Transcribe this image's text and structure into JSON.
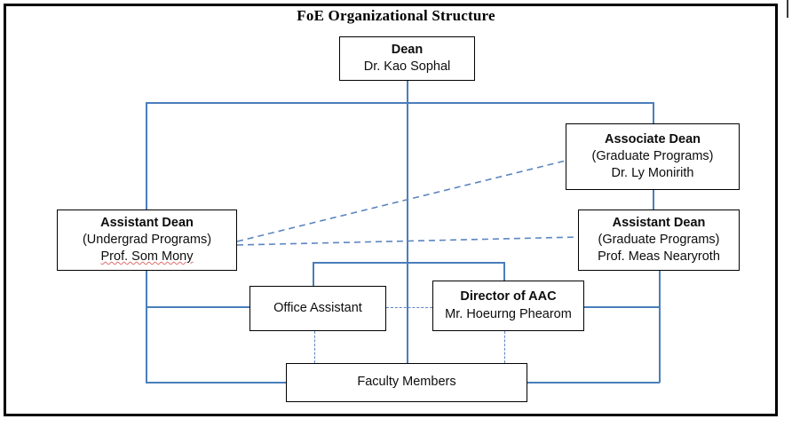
{
  "page": {
    "title": "FoE Organizational Structure",
    "background": "#ffffff",
    "frame_color": "#000000",
    "connector_color": "#4a7ebb",
    "dashed_connector_color": "#5b86c0"
  },
  "nodes": {
    "dean": {
      "line1": "Dean",
      "line2": "Dr. Kao Sophal"
    },
    "associate_dean_grad": {
      "line1": "Associate Dean",
      "line2": "(Graduate Programs)",
      "line3": "Dr. Ly Monirith"
    },
    "assistant_dean_undergrad": {
      "line1": "Assistant Dean",
      "line2": "(Undergrad Programs)",
      "line3": "Prof. Som Mony"
    },
    "assistant_dean_grad": {
      "line1": "Assistant Dean",
      "line2": "(Graduate Programs)",
      "line3": "Prof. Meas Nearyroth"
    },
    "office_assistant": {
      "line1": "Office Assistant"
    },
    "director_aac": {
      "line1": "Director of AAC",
      "line2": "Mr. Hoeurng Phearom"
    },
    "faculty_members": {
      "line1": "Faculty Members"
    }
  },
  "chart_data": {
    "type": "diagram",
    "title": "FoE Organizational Structure",
    "diagram_kind": "organizational-chart",
    "nodes": [
      {
        "id": "dean",
        "label": "Dean — Dr. Kao Sophal",
        "level": 1
      },
      {
        "id": "associate_dean_grad",
        "label": "Associate Dean (Graduate Programs) — Dr. Ly Monirith",
        "level": 2
      },
      {
        "id": "assistant_dean_undergrad",
        "label": "Assistant Dean (Undergrad Programs) — Prof. Som Mony",
        "level": 3
      },
      {
        "id": "assistant_dean_grad",
        "label": "Assistant Dean (Graduate Programs) — Prof. Meas Nearyroth",
        "level": 3
      },
      {
        "id": "office_assistant",
        "label": "Office Assistant",
        "level": 4
      },
      {
        "id": "director_aac",
        "label": "Director of AAC — Mr. Hoeurng Phearom",
        "level": 4
      },
      {
        "id": "faculty_members",
        "label": "Faculty Members",
        "level": 5
      }
    ],
    "edges": [
      {
        "from": "dean",
        "to": "associate_dean_grad",
        "style": "solid"
      },
      {
        "from": "dean",
        "to": "assistant_dean_undergrad",
        "style": "solid"
      },
      {
        "from": "dean",
        "to": "faculty_members",
        "style": "solid"
      },
      {
        "from": "associate_dean_grad",
        "to": "assistant_dean_grad",
        "style": "solid"
      },
      {
        "from": "assistant_dean_undergrad",
        "to": "office_assistant",
        "style": "solid"
      },
      {
        "from": "assistant_dean_undergrad",
        "to": "faculty_members",
        "style": "solid"
      },
      {
        "from": "assistant_dean_grad",
        "to": "director_aac",
        "style": "solid"
      },
      {
        "from": "assistant_dean_grad",
        "to": "faculty_members",
        "style": "solid"
      },
      {
        "from": "assistant_dean_undergrad",
        "to": "associate_dean_grad",
        "style": "dashed"
      },
      {
        "from": "assistant_dean_undergrad",
        "to": "assistant_dean_grad",
        "style": "dashed"
      },
      {
        "from": "office_assistant",
        "to": "director_aac",
        "style": "dashed"
      },
      {
        "from": "office_assistant",
        "to": "faculty_members",
        "style": "dashed"
      },
      {
        "from": "director_aac",
        "to": "faculty_members",
        "style": "dashed"
      }
    ]
  }
}
